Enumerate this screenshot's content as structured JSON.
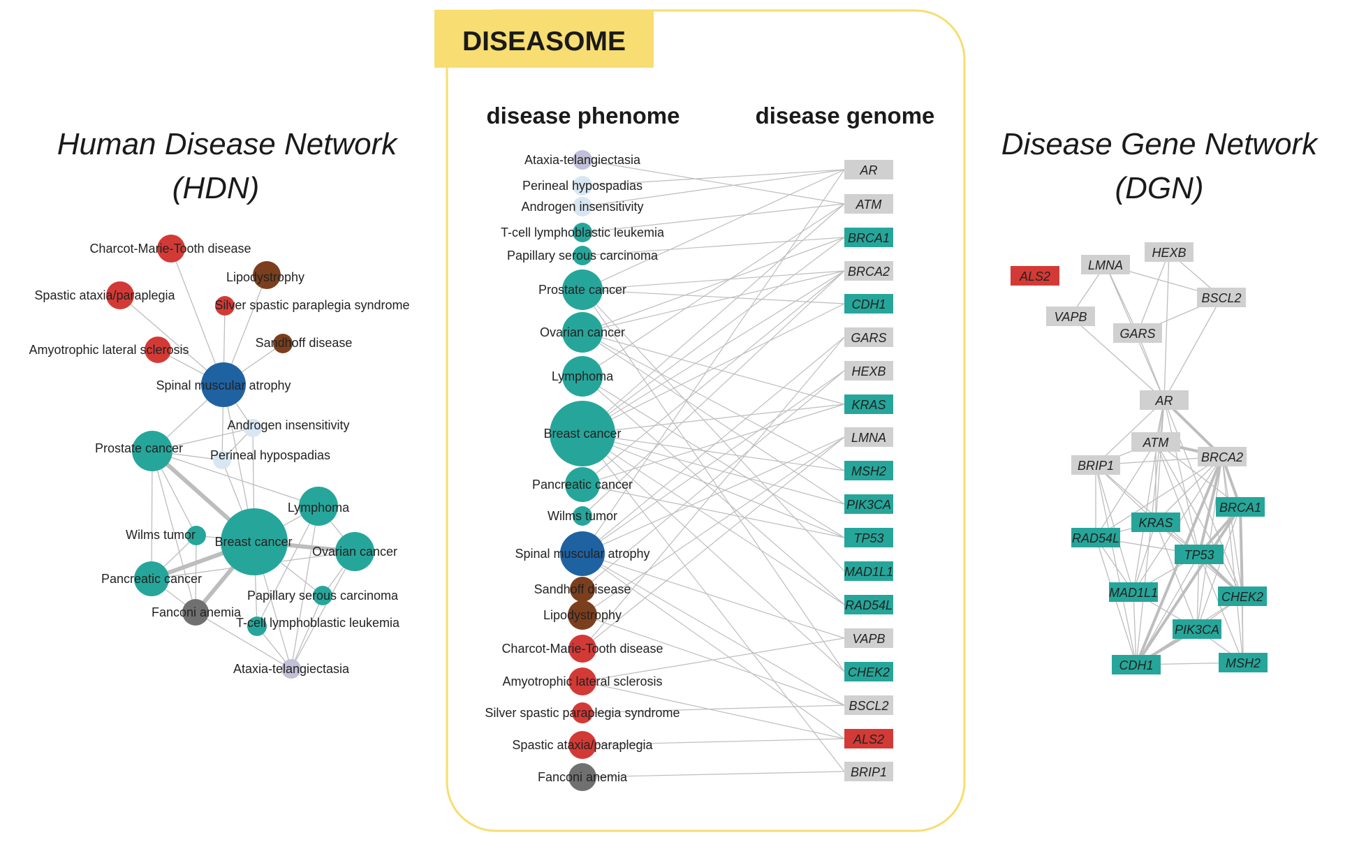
{
  "colors": {
    "teal": "#26A69A",
    "red": "#D33A36",
    "brown": "#7B3F1E",
    "blue": "#1F62A2",
    "lavender": "#C2C0D8",
    "pale_blue": "#D8E6F2",
    "gray": "#707070",
    "gene_gray": "#D0D0D0",
    "edge": "#BDBDBD",
    "frame": "#F7DD72",
    "badge": "#F7DD72"
  },
  "badge": {
    "label": "DISEASOME"
  },
  "hdn": {
    "title_line1": "Human Disease Network",
    "title_line2": "(HDN)",
    "nodes": [
      {
        "id": "cmt",
        "label": "Charcot-Marie-Tooth disease",
        "color": "red"
      },
      {
        "id": "lipo",
        "label": "Lipodystrophy",
        "color": "brown"
      },
      {
        "id": "spastic",
        "label": "Spastic ataxia/paraplegia",
        "color": "red"
      },
      {
        "id": "silver",
        "label": "Silver spastic paraplegia syndrome",
        "color": "red"
      },
      {
        "id": "als",
        "label": "Amyotrophic lateral sclerosis",
        "color": "red"
      },
      {
        "id": "sandhoff",
        "label": "Sandhoff disease",
        "color": "brown"
      },
      {
        "id": "sma",
        "label": "Spinal muscular atrophy",
        "color": "blue"
      },
      {
        "id": "androgen",
        "label": "Androgen insensitivity",
        "color": "pale_blue"
      },
      {
        "id": "prostate",
        "label": "Prostate cancer",
        "color": "teal"
      },
      {
        "id": "perineal",
        "label": "Perineal hypospadias",
        "color": "pale_blue"
      },
      {
        "id": "lymphoma",
        "label": "Lymphoma",
        "color": "teal"
      },
      {
        "id": "wilms",
        "label": "Wilms tumor",
        "color": "teal"
      },
      {
        "id": "breast",
        "label": "Breast cancer",
        "color": "teal"
      },
      {
        "id": "ovarian",
        "label": "Ovarian cancer",
        "color": "teal"
      },
      {
        "id": "pancreatic",
        "label": "Pancreatic cancer",
        "color": "teal"
      },
      {
        "id": "papillary",
        "label": "Papillary serous carcinoma",
        "color": "teal"
      },
      {
        "id": "fanconi",
        "label": "Fanconi anemia",
        "color": "gray"
      },
      {
        "id": "tcell",
        "label": "T-cell lymphoblastic leukemia",
        "color": "teal"
      },
      {
        "id": "ataxia",
        "label": "Ataxia-telangiectasia",
        "color": "lavender"
      }
    ],
    "edges": [
      [
        "cmt",
        "sma"
      ],
      [
        "lipo",
        "sma"
      ],
      [
        "silver",
        "sma"
      ],
      [
        "spastic",
        "sma"
      ],
      [
        "als",
        "sma"
      ],
      [
        "sandhoff",
        "sma"
      ],
      [
        "sma",
        "prostate"
      ],
      [
        "sma",
        "androgen"
      ],
      [
        "sma",
        "perineal"
      ],
      [
        "sma",
        "breast"
      ],
      [
        "androgen",
        "prostate"
      ],
      [
        "perineal",
        "prostate"
      ],
      [
        "androgen",
        "perineal"
      ],
      [
        "prostate",
        "breast",
        "w"
      ],
      [
        "prostate",
        "wilms"
      ],
      [
        "prostate",
        "pancreatic"
      ],
      [
        "prostate",
        "fanconi"
      ],
      [
        "prostate",
        "lymphoma"
      ],
      [
        "breast",
        "lymphoma"
      ],
      [
        "breast",
        "ovarian",
        "w"
      ],
      [
        "breast",
        "pancreatic",
        "w"
      ],
      [
        "breast",
        "fanconi",
        "w"
      ],
      [
        "breast",
        "wilms"
      ],
      [
        "breast",
        "papillary"
      ],
      [
        "breast",
        "tcell"
      ],
      [
        "breast",
        "ataxia"
      ],
      [
        "breast",
        "androgen"
      ],
      [
        "breast",
        "perineal"
      ],
      [
        "lymphoma",
        "ovarian"
      ],
      [
        "lymphoma",
        "ataxia"
      ],
      [
        "lymphoma",
        "tcell"
      ],
      [
        "ovarian",
        "papillary"
      ],
      [
        "ovarian",
        "ataxia"
      ],
      [
        "pancreatic",
        "fanconi"
      ],
      [
        "pancreatic",
        "wilms"
      ],
      [
        "wilms",
        "fanconi"
      ],
      [
        "tcell",
        "ataxia"
      ],
      [
        "papillary",
        "ataxia"
      ],
      [
        "ataxia",
        "fanconi"
      ],
      [
        "pancreatic",
        "ovarian"
      ]
    ]
  },
  "diseasome": {
    "phenome_title": "disease phenome",
    "genome_title": "disease genome",
    "diseases": [
      {
        "id": "ataxia",
        "label": "Ataxia-telangiectasia",
        "color": "lavender"
      },
      {
        "id": "perineal",
        "label": "Perineal hypospadias",
        "color": "pale_blue"
      },
      {
        "id": "androgen",
        "label": "Androgen insensitivity",
        "color": "pale_blue"
      },
      {
        "id": "tcell",
        "label": "T-cell lymphoblastic leukemia",
        "color": "teal"
      },
      {
        "id": "papillary",
        "label": "Papillary serous carcinoma",
        "color": "teal"
      },
      {
        "id": "prostate",
        "label": "Prostate cancer",
        "color": "teal"
      },
      {
        "id": "ovarian",
        "label": "Ovarian cancer",
        "color": "teal"
      },
      {
        "id": "lymphoma",
        "label": "Lymphoma",
        "color": "teal"
      },
      {
        "id": "breast",
        "label": "Breast cancer",
        "color": "teal"
      },
      {
        "id": "pancreatic",
        "label": "Pancreatic cancer",
        "color": "teal"
      },
      {
        "id": "wilms",
        "label": "Wilms tumor",
        "color": "teal"
      },
      {
        "id": "sma",
        "label": "Spinal muscular atrophy",
        "color": "blue"
      },
      {
        "id": "sandhoff",
        "label": "Sandhoff disease",
        "color": "brown"
      },
      {
        "id": "lipo",
        "label": "Lipodystrophy",
        "color": "brown"
      },
      {
        "id": "cmt",
        "label": "Charcot-Marie-Tooth disease",
        "color": "red"
      },
      {
        "id": "als",
        "label": "Amyotrophic lateral sclerosis",
        "color": "red"
      },
      {
        "id": "silver",
        "label": "Silver spastic paraplegia syndrome",
        "color": "red"
      },
      {
        "id": "spastic",
        "label": "Spastic ataxia/paraplegia",
        "color": "red"
      },
      {
        "id": "fanconi",
        "label": "Fanconi anemia",
        "color": "gray"
      }
    ],
    "genes": [
      {
        "id": "AR",
        "label": "AR",
        "color": "gene_gray"
      },
      {
        "id": "ATM",
        "label": "ATM",
        "color": "gene_gray"
      },
      {
        "id": "BRCA1",
        "label": "BRCA1",
        "color": "teal"
      },
      {
        "id": "BRCA2",
        "label": "BRCA2",
        "color": "gene_gray"
      },
      {
        "id": "CDH1",
        "label": "CDH1",
        "color": "teal"
      },
      {
        "id": "GARS",
        "label": "GARS",
        "color": "gene_gray"
      },
      {
        "id": "HEXB",
        "label": "HEXB",
        "color": "gene_gray"
      },
      {
        "id": "KRAS",
        "label": "KRAS",
        "color": "teal"
      },
      {
        "id": "LMNA",
        "label": "LMNA",
        "color": "gene_gray"
      },
      {
        "id": "MSH2",
        "label": "MSH2",
        "color": "teal"
      },
      {
        "id": "PIK3CA",
        "label": "PIK3CA",
        "color": "teal"
      },
      {
        "id": "TP53",
        "label": "TP53",
        "color": "teal"
      },
      {
        "id": "MAD1L1",
        "label": "MAD1L1",
        "color": "teal"
      },
      {
        "id": "RAD54L",
        "label": "RAD54L",
        "color": "teal"
      },
      {
        "id": "VAPB",
        "label": "VAPB",
        "color": "gene_gray"
      },
      {
        "id": "CHEK2",
        "label": "CHEK2",
        "color": "teal"
      },
      {
        "id": "BSCL2",
        "label": "BSCL2",
        "color": "gene_gray"
      },
      {
        "id": "ALS2",
        "label": "ALS2",
        "color": "red"
      },
      {
        "id": "BRIP1",
        "label": "BRIP1",
        "color": "gene_gray"
      }
    ],
    "links": [
      [
        "ataxia",
        "ATM"
      ],
      [
        "perineal",
        "AR"
      ],
      [
        "androgen",
        "AR"
      ],
      [
        "tcell",
        "ATM"
      ],
      [
        "papillary",
        "BRCA1"
      ],
      [
        "prostate",
        "AR"
      ],
      [
        "prostate",
        "BRCA2"
      ],
      [
        "prostate",
        "CDH1"
      ],
      [
        "prostate",
        "CHEK2"
      ],
      [
        "prostate",
        "MAD1L1"
      ],
      [
        "ovarian",
        "BRCA1"
      ],
      [
        "ovarian",
        "BRCA2"
      ],
      [
        "ovarian",
        "KRAS"
      ],
      [
        "ovarian",
        "MSH2"
      ],
      [
        "ovarian",
        "PIK3CA"
      ],
      [
        "lymphoma",
        "ATM"
      ],
      [
        "lymphoma",
        "TP53"
      ],
      [
        "lymphoma",
        "RAD54L"
      ],
      [
        "breast",
        "ATM"
      ],
      [
        "breast",
        "BRCA1"
      ],
      [
        "breast",
        "BRCA2"
      ],
      [
        "breast",
        "CDH1"
      ],
      [
        "breast",
        "KRAS"
      ],
      [
        "breast",
        "TP53"
      ],
      [
        "breast",
        "PIK3CA"
      ],
      [
        "breast",
        "CHEK2"
      ],
      [
        "breast",
        "RAD54L"
      ],
      [
        "breast",
        "BRIP1"
      ],
      [
        "breast",
        "MSH2"
      ],
      [
        "pancreatic",
        "KRAS"
      ],
      [
        "pancreatic",
        "BRCA2"
      ],
      [
        "pancreatic",
        "TP53"
      ],
      [
        "wilms",
        "BRCA2"
      ],
      [
        "sma",
        "AR"
      ],
      [
        "sma",
        "GARS"
      ],
      [
        "sma",
        "HEXB"
      ],
      [
        "sma",
        "LMNA"
      ],
      [
        "sma",
        "VAPB"
      ],
      [
        "sma",
        "BSCL2"
      ],
      [
        "sma",
        "ALS2"
      ],
      [
        "sandhoff",
        "HEXB"
      ],
      [
        "lipo",
        "LMNA"
      ],
      [
        "lipo",
        "BSCL2"
      ],
      [
        "cmt",
        "GARS"
      ],
      [
        "cmt",
        "LMNA"
      ],
      [
        "als",
        "VAPB"
      ],
      [
        "als",
        "ALS2"
      ],
      [
        "silver",
        "BSCL2"
      ],
      [
        "spastic",
        "ALS2"
      ],
      [
        "fanconi",
        "BRIP1"
      ]
    ]
  },
  "dgn": {
    "title_line1": "Disease Gene Network",
    "title_line2": "(DGN)",
    "nodes": [
      {
        "id": "HEXB",
        "label": "HEXB",
        "color": "gene_gray"
      },
      {
        "id": "LMNA",
        "label": "LMNA",
        "color": "gene_gray"
      },
      {
        "id": "ALS2",
        "label": "ALS2",
        "color": "red"
      },
      {
        "id": "BSCL2",
        "label": "BSCL2",
        "color": "gene_gray"
      },
      {
        "id": "VAPB",
        "label": "VAPB",
        "color": "gene_gray"
      },
      {
        "id": "GARS",
        "label": "GARS",
        "color": "gene_gray"
      },
      {
        "id": "AR",
        "label": "AR",
        "color": "gene_gray"
      },
      {
        "id": "ATM",
        "label": "ATM",
        "color": "gene_gray"
      },
      {
        "id": "BRCA2",
        "label": "BRCA2",
        "color": "gene_gray"
      },
      {
        "id": "BRIP1",
        "label": "BRIP1",
        "color": "gene_gray"
      },
      {
        "id": "KRAS",
        "label": "KRAS",
        "color": "teal"
      },
      {
        "id": "BRCA1",
        "label": "BRCA1",
        "color": "teal"
      },
      {
        "id": "RAD54L",
        "label": "RAD54L",
        "color": "teal"
      },
      {
        "id": "TP53",
        "label": "TP53",
        "color": "teal"
      },
      {
        "id": "MAD1L1",
        "label": "MAD1L1",
        "color": "teal"
      },
      {
        "id": "CHEK2",
        "label": "CHEK2",
        "color": "teal"
      },
      {
        "id": "PIK3CA",
        "label": "PIK3CA",
        "color": "teal"
      },
      {
        "id": "CDH1",
        "label": "CDH1",
        "color": "teal"
      },
      {
        "id": "MSH2",
        "label": "MSH2",
        "color": "teal"
      }
    ],
    "edges": [
      [
        "HEXB",
        "GARS"
      ],
      [
        "HEXB",
        "BSCL2"
      ],
      [
        "LMNA",
        "VAPB"
      ],
      [
        "LMNA",
        "GARS"
      ],
      [
        "LMNA",
        "BSCL2"
      ],
      [
        "VAPB",
        "AR"
      ],
      [
        "BSCL2",
        "AR"
      ],
      [
        "GARS",
        "AR"
      ],
      [
        "BSCL2",
        "GARS"
      ],
      [
        "HEXB",
        "AR"
      ],
      [
        "LMNA",
        "AR"
      ],
      [
        "AR",
        "ATM"
      ],
      [
        "AR",
        "BRCA2",
        "w"
      ],
      [
        "AR",
        "BRIP1"
      ],
      [
        "AR",
        "KRAS"
      ],
      [
        "AR",
        "TP53"
      ],
      [
        "AR",
        "CHEK2"
      ],
      [
        "AR",
        "MAD1L1"
      ],
      [
        "AR",
        "CDH1"
      ],
      [
        "ATM",
        "BRCA2",
        "w"
      ],
      [
        "ATM",
        "BRIP1"
      ],
      [
        "ATM",
        "TP53"
      ],
      [
        "ATM",
        "CHEK2"
      ],
      [
        "ATM",
        "KRAS"
      ],
      [
        "ATM",
        "BRCA1"
      ],
      [
        "ATM",
        "RAD54L"
      ],
      [
        "BRCA2",
        "BRCA1",
        "w"
      ],
      [
        "BRCA2",
        "TP53",
        "w"
      ],
      [
        "BRCA2",
        "CHEK2"
      ],
      [
        "BRCA2",
        "KRAS"
      ],
      [
        "BRCA2",
        "RAD54L"
      ],
      [
        "BRCA2",
        "MAD1L1"
      ],
      [
        "BRCA2",
        "PIK3CA"
      ],
      [
        "BRCA2",
        "CDH1",
        "w"
      ],
      [
        "BRCA2",
        "MSH2"
      ],
      [
        "BRCA2",
        "BRIP1"
      ],
      [
        "BRIP1",
        "KRAS"
      ],
      [
        "BRIP1",
        "RAD54L"
      ],
      [
        "BRIP1",
        "TP53"
      ],
      [
        "BRIP1",
        "CDH1"
      ],
      [
        "BRIP1",
        "MAD1L1"
      ],
      [
        "KRAS",
        "TP53"
      ],
      [
        "KRAS",
        "RAD54L"
      ],
      [
        "KRAS",
        "MAD1L1"
      ],
      [
        "KRAS",
        "PIK3CA"
      ],
      [
        "KRAS",
        "CHEK2"
      ],
      [
        "BRCA1",
        "TP53",
        "w"
      ],
      [
        "BRCA1",
        "CHEK2",
        "w"
      ],
      [
        "BRCA1",
        "CDH1",
        "w"
      ],
      [
        "BRCA1",
        "PIK3CA"
      ],
      [
        "BRCA1",
        "MSH2"
      ],
      [
        "RAD54L",
        "TP53"
      ],
      [
        "RAD54L",
        "CDH1"
      ],
      [
        "RAD54L",
        "MAD1L1"
      ],
      [
        "TP53",
        "CHEK2",
        "w"
      ],
      [
        "TP53",
        "PIK3CA"
      ],
      [
        "TP53",
        "CDH1"
      ],
      [
        "TP53",
        "MAD1L1"
      ],
      [
        "TP53",
        "MSH2"
      ],
      [
        "MAD1L1",
        "PIK3CA"
      ],
      [
        "MAD1L1",
        "CDH1"
      ],
      [
        "CHEK2",
        "PIK3CA"
      ],
      [
        "CHEK2",
        "MSH2"
      ],
      [
        "CHEK2",
        "CDH1"
      ],
      [
        "PIK3CA",
        "CDH1",
        "w"
      ],
      [
        "PIK3CA",
        "MSH2"
      ],
      [
        "CDH1",
        "MSH2"
      ]
    ]
  }
}
